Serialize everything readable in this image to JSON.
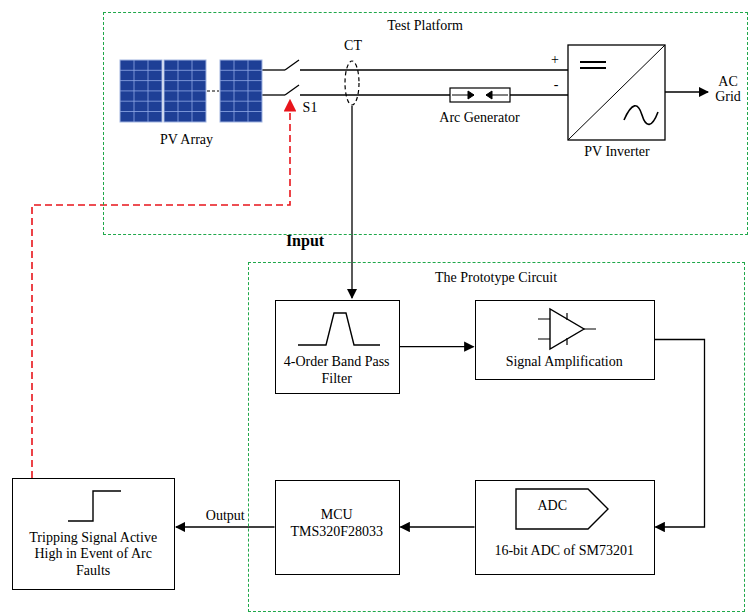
{
  "diagram": {
    "nodes": [
      {
        "text": [
          "Test Platform"
        ]
      },
      {
        "text": [
          "PV Array"
        ],
        "in": 0
      },
      {
        "text": [
          "Arc Generator"
        ],
        "in": 0
      },
      {
        "text": [
          "PV Inverter"
        ],
        "in": 0
      },
      {
        "text": [
          "The Prototype Circuit"
        ]
      },
      {
        "text": [
          "4-Order Band Pass Filter"
        ],
        "in": 4
      },
      {
        "text": [
          "Signal Amplification"
        ],
        "in": 4
      },
      {
        "text": [
          "MCU TMS320F28033"
        ],
        "in": 4
      },
      {
        "text": [
          "ADC",
          "16-bit ADC of SM73201"
        ],
        "in": 4
      },
      {
        "text": [
          "Tripping Signal Active High in Event of Arc Faults"
        ]
      }
    ],
    "edges": [
      {
        "from": 5,
        "to": 6,
        "arrow": "to"
      },
      {
        "from": 6,
        "to": 8,
        "arrow": "to"
      },
      {
        "from": 8,
        "to": 7,
        "arrow": "to"
      },
      {
        "from": 7,
        "to": 9,
        "label": "Output",
        "arrow": "to"
      }
    ],
    "labels": [
      "CT",
      "S1",
      "+",
      "-",
      "AC Grid",
      "Input"
    ]
  }
}
